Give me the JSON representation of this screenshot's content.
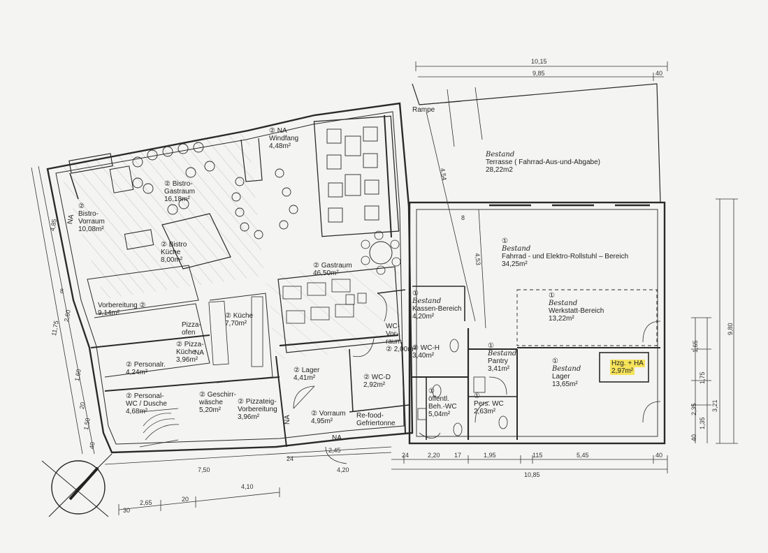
{
  "colors": {
    "paper": "#f4f4f2",
    "ink": "#2a2a2a",
    "hatch": "#9a9a9a",
    "highlight": "#f6e35a"
  },
  "labels": {
    "rampe": "Rampe",
    "windfang": {
      "mark": "② NA",
      "name": "Windfang",
      "area": "4,48m²"
    },
    "bistro_gastraum": {
      "mark": "②",
      "name": "Bistro-",
      "name2": "Gastraum",
      "area": "16,18m²"
    },
    "bistro_vorraum": {
      "mark": "②",
      "name": "Bistro-",
      "name2": "Vorraum",
      "area": "10,08m²"
    },
    "bistro_kueche": {
      "mark": "②",
      "name": "Bistro",
      "name2": "Küche",
      "area": "8,00m²"
    },
    "gastraum": {
      "mark": "②",
      "name": "Gastraum",
      "area": "46,50m²"
    },
    "vorbereitung": {
      "name": "Vorbereitung",
      "mark": "②",
      "area": "9,14m²"
    },
    "pizzaofen": {
      "name": "Pizza-",
      "name2": "ofen"
    },
    "kueche": {
      "mark": "②",
      "name": "Küche",
      "area": "7,70m²"
    },
    "pizza_kueche": {
      "mark": "②",
      "name": "Pizza-",
      "name2": "Küche",
      "area": "3,96m²"
    },
    "personalr": {
      "mark": "②",
      "name": "Personalr.",
      "area": "4,24m²"
    },
    "personal_wc": {
      "mark": "②",
      "name": "Personal-",
      "name2": "WC / Dusche",
      "area": "4,68m²"
    },
    "geschirr": {
      "mark": "②",
      "name": "Geschirr-",
      "name2": "wäsche",
      "area": "5,20m²"
    },
    "pizzateig": {
      "mark": "②",
      "name": "Pizzateig-",
      "name2": "Vorbereitung",
      "area": "3,96m²"
    },
    "lager_left": {
      "mark": "②",
      "name": "Lager",
      "area": "4,41m²"
    },
    "vorraum": {
      "mark": "②",
      "name": "Vorraum",
      "area": "4,95m²"
    },
    "refood": {
      "name": "Re-food-",
      "name2": "Gefriertonne"
    },
    "wc_vorraum": {
      "name": "WC-",
      "name2": "Vor-",
      "name3": "raum",
      "mark": "②",
      "area": "2,00m²"
    },
    "wc_h": {
      "mark": "②",
      "name": "WC-H",
      "area": "3,40m²"
    },
    "wc_d": {
      "mark": "②",
      "name": "WC-D",
      "area": "2,92m²"
    },
    "kassen": {
      "mark": "①",
      "status": "Bestand",
      "name": "Kassen-Bereich",
      "area": "4,20m²"
    },
    "terrasse": {
      "status": "Bestand",
      "name": "Terrasse ( Fahrrad-Aus-und-Abgabe)",
      "area": "28,22m2"
    },
    "fahrrad": {
      "mark": "①",
      "status": "Bestand",
      "name": "Fahrrad - und Elektro-Rollstuhl – Bereich",
      "area": "34,25m²"
    },
    "werkstatt": {
      "mark": "①",
      "status": "Bestand",
      "name": "Werkstatt-Bereich",
      "area": "13,22m²"
    },
    "pantry": {
      "mark": "①",
      "status": "Bestand",
      "name": "Pantry",
      "area": "3,41m²"
    },
    "lager_right": {
      "mark": "①",
      "status": "Bestand",
      "name": "Lager",
      "area": "13,65m²"
    },
    "hzg": {
      "name": "Hzg. + HA",
      "area": "2,97m²"
    },
    "oeffentl": {
      "mark": "①",
      "name": "öffentl.",
      "name2": "Beh.-WC",
      "area": "5,04m²"
    },
    "pers_wc": {
      "mark": "①",
      "name": "Pers. WC",
      "area": "2,63m²"
    },
    "na_1": "NA",
    "na_2": "NA",
    "na_3": "NA",
    "na_4": "NA"
  },
  "dims": {
    "top_total": "10,15",
    "top_inner": "9,85",
    "top_right": "40",
    "bottom_total": "10,85",
    "bottom_545": "5,45",
    "bottom_195": "1,95",
    "bottom_220": "2,20",
    "bottom_17": "17",
    "bottom_115": "115",
    "bottom_40": "40",
    "bottom_24a": "24",
    "bottom_24b": "24",
    "bottom_245": "2,45",
    "bottom_420": "4,20",
    "left_750": "7,50",
    "left_410": "4,10",
    "left_265": "2,65",
    "left_20": "20",
    "left_30": "30",
    "side_485": "4,85",
    "side_1175": "11,75",
    "side_260": "2,60",
    "side_160": "1,60",
    "side_150": "1,50",
    "side_20": "20",
    "side_40": "40",
    "side_8": "8",
    "right_980": "9,80",
    "right_321": "3,21",
    "right_165": "1,65",
    "right_175": "1,75",
    "right_235": "2,35",
    "right_135": "1,35",
    "right_40": "40",
    "mid_454": "4,54",
    "mid_453": "4,53",
    "mid_8": "8"
  }
}
